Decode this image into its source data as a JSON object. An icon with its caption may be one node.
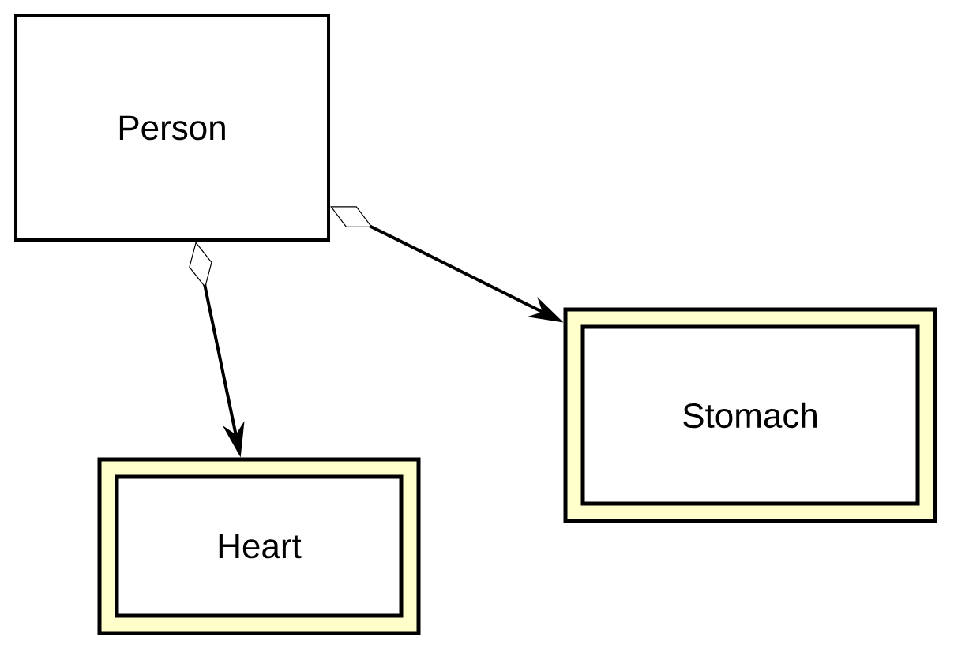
{
  "diagram": {
    "nodes": [
      {
        "text": [
          "Person"
        ]
      },
      {
        "text": [
          "Heart"
        ]
      },
      {
        "text": [
          "Stomach"
        ]
      }
    ],
    "edges": [
      {
        "from": 0,
        "to": 1,
        "arrow": "to"
      },
      {
        "from": 0,
        "to": 2,
        "arrow": "to"
      }
    ]
  }
}
